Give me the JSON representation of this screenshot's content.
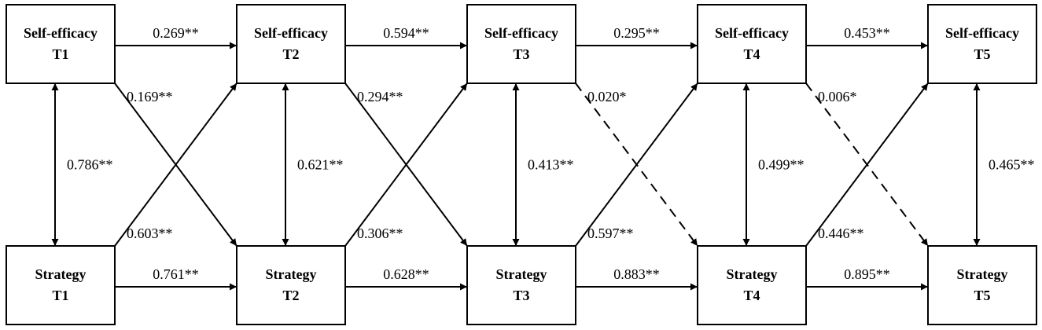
{
  "nodes": [
    {
      "id": "se1",
      "line1": "Self-efficacy",
      "line2": "T1"
    },
    {
      "id": "se2",
      "line1": "Self-efficacy",
      "line2": "T2"
    },
    {
      "id": "se3",
      "line1": "Self-efficacy",
      "line2": "T3"
    },
    {
      "id": "se4",
      "line1": "Self-efficacy",
      "line2": "T4"
    },
    {
      "id": "se5",
      "line1": "Self-efficacy",
      "line2": "T5"
    },
    {
      "id": "st1",
      "line1": "Strategy",
      "line2": "T1"
    },
    {
      "id": "st2",
      "line1": "Strategy",
      "line2": "T2"
    },
    {
      "id": "st3",
      "line1": "Strategy",
      "line2": "T3"
    },
    {
      "id": "st4",
      "line1": "Strategy",
      "line2": "T4"
    },
    {
      "id": "st5",
      "line1": "Strategy",
      "line2": "T5"
    }
  ],
  "edges": [
    {
      "id": "se1-se2",
      "from": "se1",
      "to": "se2",
      "kind": "horizontal",
      "label": "0.269**",
      "dashed": false
    },
    {
      "id": "se2-se3",
      "from": "se2",
      "to": "se3",
      "kind": "horizontal",
      "label": "0.594**",
      "dashed": false
    },
    {
      "id": "se3-se4",
      "from": "se3",
      "to": "se4",
      "kind": "horizontal",
      "label": "0.295**",
      "dashed": false
    },
    {
      "id": "se4-se5",
      "from": "se4",
      "to": "se5",
      "kind": "horizontal",
      "label": "0.453**",
      "dashed": false
    },
    {
      "id": "st1-st2",
      "from": "st1",
      "to": "st2",
      "kind": "horizontal",
      "label": "0.761**",
      "dashed": false
    },
    {
      "id": "st2-st3",
      "from": "st2",
      "to": "st3",
      "kind": "horizontal",
      "label": "0.628**",
      "dashed": false
    },
    {
      "id": "st3-st4",
      "from": "st3",
      "to": "st4",
      "kind": "horizontal",
      "label": "0.883**",
      "dashed": false
    },
    {
      "id": "st4-st5",
      "from": "st4",
      "to": "st5",
      "kind": "horizontal",
      "label": "0.895**",
      "dashed": false
    },
    {
      "id": "se1-st1",
      "from": "se1",
      "to": "st1",
      "kind": "vertical",
      "label": "0.786**",
      "dashed": false
    },
    {
      "id": "se2-st2",
      "from": "se2",
      "to": "st2",
      "kind": "vertical",
      "label": "0.621**",
      "dashed": false
    },
    {
      "id": "se3-st3",
      "from": "se3",
      "to": "st3",
      "kind": "vertical",
      "label": "0.413**",
      "dashed": false
    },
    {
      "id": "se4-st4",
      "from": "se4",
      "to": "st4",
      "kind": "vertical",
      "label": "0.499**",
      "dashed": false
    },
    {
      "id": "se5-st5",
      "from": "se5",
      "to": "st5",
      "kind": "vertical",
      "label": "0.465**",
      "dashed": false
    },
    {
      "id": "se1-st2",
      "from": "se1",
      "to": "st2",
      "kind": "cross-down",
      "label": "0.169**",
      "dashed": false
    },
    {
      "id": "se2-st3",
      "from": "se2",
      "to": "st3",
      "kind": "cross-down",
      "label": "0.294**",
      "dashed": false
    },
    {
      "id": "se3-st4",
      "from": "se3",
      "to": "st4",
      "kind": "cross-down",
      "label": "0.020*",
      "dashed": true
    },
    {
      "id": "se4-st5",
      "from": "se4",
      "to": "st5",
      "kind": "cross-down",
      "label": "0.006*",
      "dashed": true
    },
    {
      "id": "st1-se2",
      "from": "st1",
      "to": "se2",
      "kind": "cross-up",
      "label": "0.603**",
      "dashed": false
    },
    {
      "id": "st2-se3",
      "from": "st2",
      "to": "se3",
      "kind": "cross-up",
      "label": "0.306**",
      "dashed": false
    },
    {
      "id": "st3-se4",
      "from": "st3",
      "to": "se4",
      "kind": "cross-up",
      "label": "0.597**",
      "dashed": false
    },
    {
      "id": "st4-se5",
      "from": "st4",
      "to": "se5",
      "kind": "cross-up",
      "label": "0.446**",
      "dashed": false
    }
  ]
}
